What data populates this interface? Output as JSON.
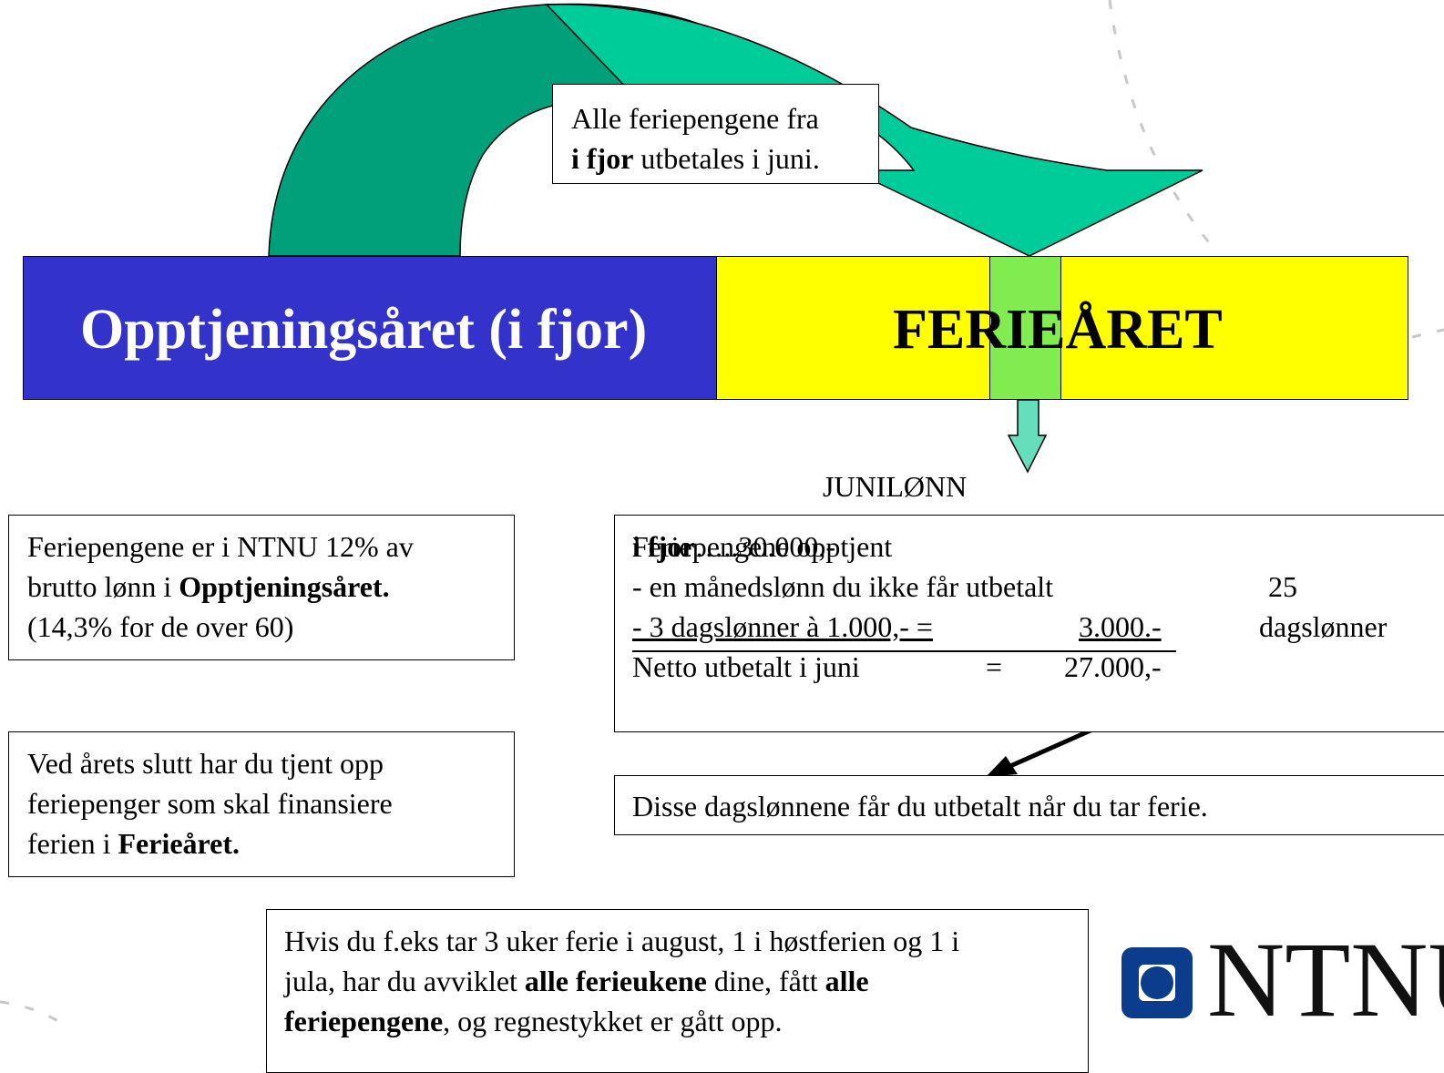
{
  "callout_top": {
    "line1": "Alle feriepengene fra",
    "line2_bold": "i fjor",
    "line2_rest": " utbetales i juni."
  },
  "bar": {
    "left_label": "Opptjeningsåret (i fjor)",
    "right_label": "FERIEÅRET"
  },
  "junilonn_label": "JUNILØNN",
  "box_left1": {
    "line1": "Feriepengene er i NTNU 12% av",
    "line2_pre": "brutto lønn i ",
    "line2_bold": "Opptjeningsåret.",
    "line3": "(14,3% for de over 60)"
  },
  "box_left2": {
    "line1": "Ved årets slutt har du tjent opp",
    "line2": "feriepenger som skal finansiere",
    "line3_pre": "ferien i ",
    "line3_bold": "Ferieåret."
  },
  "calc": {
    "row1_pre": "Feriepengene opptjent ",
    "row1_bold": "i fjor",
    "row1_rest": "…..30.000,-",
    "row2": "- en månedslønn du ikke får utbetalt",
    "row3_left": "- 3 dagslønner   à 1.000,- =",
    "row3_right": "3.000.-",
    "row4_left": "Netto utbetalt i juni",
    "row4_eq": "=",
    "row4_right": "27.000,-",
    "brace_note_1": "25",
    "brace_note_2": "dagslønner"
  },
  "box_daily": {
    "text": "Disse dagslønnene får du utbetalt når du tar ferie."
  },
  "box_bottom": {
    "line1": "Hvis du f.eks tar 3 uker ferie i august, 1 i høstferien og 1 i",
    "line2_pre": "jula, har du avviklet ",
    "line2_bold1": "alle ferieukene",
    "line2_mid": " dine, fått ",
    "line2_bold2": "alle",
    "line3_bold": "feriepengene",
    "line3_rest": ", og regnestykket er gått opp."
  },
  "logo": {
    "text": "NTNU",
    "icon": "ntnu-logo-icon",
    "color": "#0b3d8c"
  },
  "colors": {
    "blue_bar": "#3333cc",
    "yellow_bar": "#ffff00",
    "june_strip": "#80ec50",
    "arrow_dark": "#00a07a",
    "arrow_light": "#00cc99",
    "down_arrow": "#66ddbb"
  }
}
